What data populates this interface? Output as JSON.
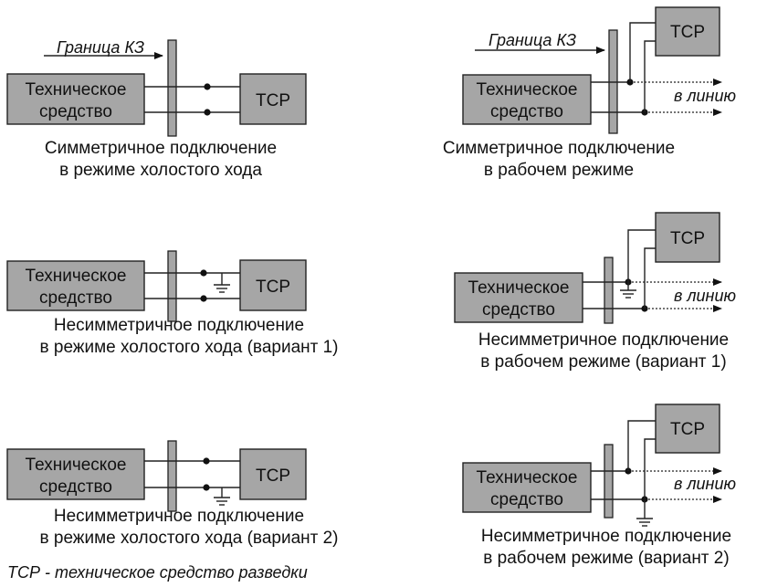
{
  "labels": {
    "device_line1": "Техническое",
    "device_line2": "средство",
    "tsr": "ТСР",
    "boundary": "Граница КЗ",
    "to_line": "в линию"
  },
  "captions": {
    "sym_idle": [
      "Симметричное подключение",
      "в режиме холостого хода"
    ],
    "sym_work": [
      "Симметричное подключение",
      "в рабочем режиме"
    ],
    "asym_idle_1": [
      "Несимметричное подключение",
      "в режиме холостого хода (вариант 1)"
    ],
    "asym_work_1": [
      "Несимметричное подключение",
      "в рабочем режиме (вариант 1)"
    ],
    "asym_idle_2": [
      "Несимметричное подключение",
      "в режиме холостого хода (вариант 2)"
    ],
    "asym_work_2": [
      "Несимметричное подключение",
      "в рабочем режиме (вариант 2)"
    ]
  },
  "footnote": "ТСР - техническое средство разведки"
}
